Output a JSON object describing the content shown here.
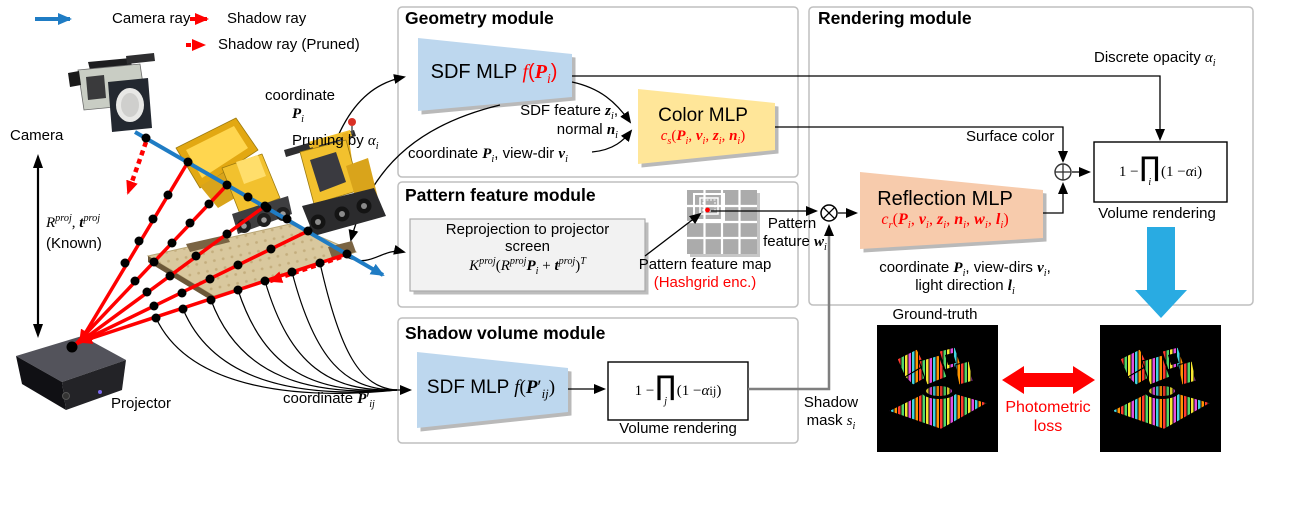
{
  "legend": {
    "camera_ray": "Camera ray",
    "shadow_ray": "Shadow ray",
    "shadow_ray_pruned": "Shadow ray (Pruned)"
  },
  "scene": {
    "camera_label": "Camera",
    "projector_label": "Projector",
    "extrinsics_html": "<i>R</i><sup>proj</sup>, <b><i>t</i></b><sup>proj</sup>",
    "known_label": "(Known)",
    "coordinate_line1": "coordinate",
    "coordinate_pi_html": "<b><i>P</i></b><sub>i</sub>",
    "pruning_html": "Pruning by <i>α</i><sub>i</sub>",
    "coordinate_pij_html": "coordinate <b><i>P</i></b>′<sub>ij</sub>"
  },
  "geometry": {
    "title": "Geometry module",
    "sdf_mlp_html": "SDF MLP <span class=\"red\"><i>f</i>(<b><i>P</i></b><sub>i</sub>)</span>",
    "sdf_feature_html": "SDF feature <b><i>z</i></b><sub>i</sub>,<br>normal <b><i>n</i></b><sub>i</sub>",
    "coord_viewdir_html": "coordinate <b><i>P</i></b><sub>i</sub>, view-dir <b><i>v</i></b><sub>i</sub>",
    "color_mlp": "Color MLP",
    "color_formula_html": "<i>c</i><sub>s</sub>(<b><i>P</i></b><sub>i</sub>, <b><i>v</i></b><sub>i</sub>, <b><i>z</i></b><sub>i</sub>, <b><i>n</i></b><sub>i</sub>)"
  },
  "pattern": {
    "title": "Pattern feature module",
    "reproj_line1": "Reprojection to projector",
    "reproj_line2": "screen",
    "reproj_formula_html": "<i>K</i><sup>proj</sup>(<i>R</i><sup>proj</sup><b><i>P</i></b><sub>i</sub> + <b><i>t</i></b><sup>proj</sup>)<sup>T</sup>",
    "map_label": "Pattern feature map",
    "map_label2": "(Hashgrid enc.)",
    "feature_line1": "Pattern",
    "feature_line2_html": "feature <b><i>w</i></b><sub>i</sub>"
  },
  "shadow": {
    "title": "Shadow volume module",
    "sdf_mlp_html": "SDF MLP <span class=\"m\"><i>f</i>(<b><i>P</i></b>′<sub>ij</sub>)</span>",
    "formula_html": "1 − <span class=\"prod\"><span class=\"prod-sym\">∏</span><span class=\"prod-sub\">j</span></span>(1 − <i>α</i><sub>ij</sub>)",
    "volume_rendering": "Volume rendering",
    "mask_line1": "Shadow",
    "mask_line2_html": "mask <i>s</i><sub>i</sub>"
  },
  "rendering": {
    "title": "Rendering module",
    "discrete_html": "Discrete opacity <i>α</i><sub>i</sub>",
    "surface_color": "Surface color",
    "reflection_mlp": "Reflection MLP",
    "reflection_formula_html": "<i>c</i><sub>r</sub>(<b><i>P</i></b><sub>i</sub>, <b><i>v</i></b><sub>i</sub>, <b><i>z</i></b><sub>i</sub>, <b><i>n</i></b><sub>i</sub>, <b><i>w</i></b><sub>i</sub>, <b><i>l</i></b><sub>i</sub>)",
    "coord_line1_html": "coordinate <b><i>P</i></b><sub>i</sub>, view-dirs <b><i>v</i></b><sub>i</sub>,",
    "coord_line2_html": "light direction <b><i>l</i></b><sub>i</sub>",
    "formula_html": "1 − <span class=\"prod\"><span class=\"prod-sym\">∏</span><span class=\"prod-sub\">i</span></span>(1 − <i>α</i><sub>i</sub>)",
    "volume_rendering": "Volume rendering"
  },
  "loss": {
    "ground_truth": "Ground-truth",
    "photometric_line1": "Photometric",
    "photometric_line2": "loss"
  },
  "colors": {
    "camera_ray_blue": "#1F7CC4",
    "shadow_ray_red": "#FF0000",
    "module_border": "#BFBFBF",
    "sdf_fill": "#BDD7EE",
    "color_mlp_fill": "#FFE699",
    "reflection_fill": "#F7CBAC",
    "volume_arrow_cyan": "#29ABE2"
  }
}
